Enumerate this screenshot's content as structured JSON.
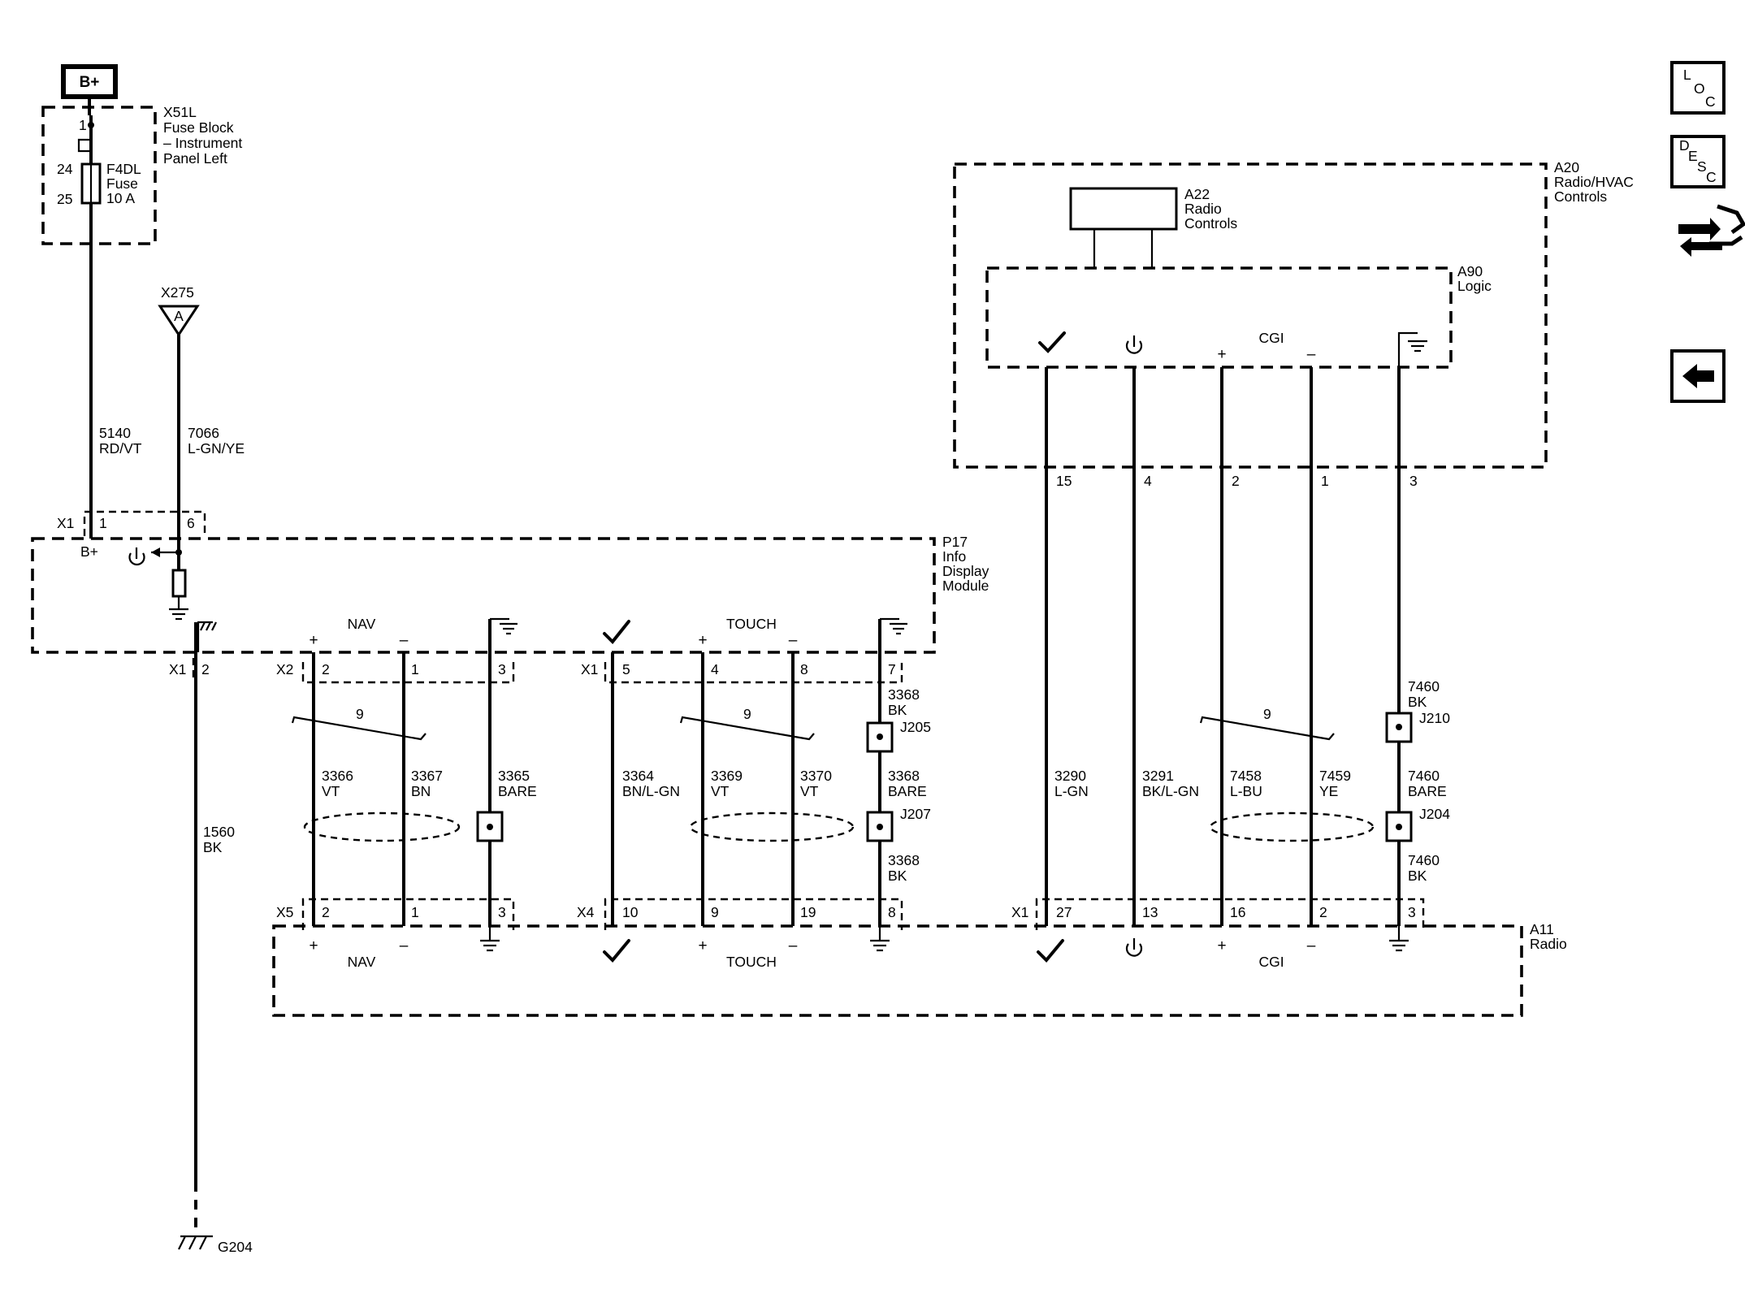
{
  "components": {
    "bplus_source": "B+",
    "x51l": {
      "id": "X51L",
      "l1": "Fuse Block",
      "l2": "– Instrument",
      "l3": "Panel Left",
      "pin_top": "1",
      "pin_in": "24",
      "pin_out": "25",
      "fuse_id": "F4DL",
      "fuse_word": "Fuse",
      "fuse_rating": "10 A"
    },
    "x275": {
      "id": "X275",
      "pin": "A"
    },
    "p17": {
      "id": "P17",
      "l1": "Info",
      "l2": "Display",
      "l3": "Module",
      "bplus": "B+"
    },
    "a20": {
      "id": "A20",
      "l1": "Radio/HVAC",
      "l2": "Controls"
    },
    "a22": {
      "id": "A22",
      "l1": "Radio",
      "l2": "Controls"
    },
    "a90": {
      "id": "A90",
      "l1": "Logic",
      "cgi": "CGI"
    },
    "a11": {
      "id": "A11",
      "l1": "Radio"
    },
    "g204": "G204"
  },
  "group_labels": {
    "nav": "NAV",
    "touch": "TOUCH",
    "cgi": "CGI"
  },
  "symbols": {
    "plus": "+",
    "minus": "–"
  },
  "connectors": {
    "p17_x1": "X1",
    "p17_x1b": "X1",
    "p17_x2": "X2",
    "p17_x1c": "X1",
    "a11_x5": "X5",
    "a11_x4": "X4",
    "a11_x1": "X1"
  },
  "pins": {
    "p17_x1_1": "1",
    "p17_x1_6": "6",
    "p17_x1_2": "2",
    "p17_x2_2": "2",
    "p17_x2_1": "1",
    "p17_x2_3": "3",
    "p17_x1_5": "5",
    "p17_x1_4": "4",
    "p17_x1_8": "8",
    "p17_x1_7": "7",
    "a20_15": "15",
    "a20_4": "4",
    "a20_2": "2",
    "a20_1": "1",
    "a20_3": "3",
    "a11_x5_2": "2",
    "a11_x5_1": "1",
    "a11_x5_3": "3",
    "a11_x4_10": "10",
    "a11_x4_9": "9",
    "a11_x4_19": "19",
    "a11_x4_8": "8",
    "a11_x1_27": "27",
    "a11_x1_13": "13",
    "a11_x1_16": "16",
    "a11_x1_2": "2",
    "a11_x1_3": "3"
  },
  "wires": {
    "w5140": {
      "num": "5140",
      "color": "RD/VT"
    },
    "w7066": {
      "num": "7066",
      "color": "L-GN/YE"
    },
    "w1560": {
      "num": "1560",
      "color": "BK"
    },
    "w3366": {
      "num": "3366",
      "color": "VT"
    },
    "w3367": {
      "num": "3367",
      "color": "BN"
    },
    "w3365": {
      "num": "3365",
      "color": "BARE"
    },
    "w3364": {
      "num": "3364",
      "color": "BN/L-GN"
    },
    "w3369": {
      "num": "3369",
      "color": "VT"
    },
    "w3370": {
      "num": "3370",
      "color": "VT"
    },
    "w3368a": {
      "num": "3368",
      "color": "BK"
    },
    "w3368b": {
      "num": "3368",
      "color": "BARE"
    },
    "w3368c": {
      "num": "3368",
      "color": "BK"
    },
    "w3290": {
      "num": "3290",
      "color": "L-GN"
    },
    "w3291": {
      "num": "3291",
      "color": "BK/L-GN"
    },
    "w7458": {
      "num": "7458",
      "color": "L-BU"
    },
    "w7459": {
      "num": "7459",
      "color": "YE"
    },
    "w7460a": {
      "num": "7460",
      "color": "BK"
    },
    "w7460b": {
      "num": "7460",
      "color": "BARE"
    },
    "w7460c": {
      "num": "7460",
      "color": "BK"
    }
  },
  "twist_counts": {
    "nav": "9",
    "touch": "9",
    "cgi": "9"
  },
  "splices": {
    "j205": "J205",
    "j207": "J207",
    "j210": "J210",
    "j204": "J204"
  },
  "side_buttons": {
    "loc": {
      "l1": "L",
      "l2": "O",
      "l3": "C"
    },
    "desc": {
      "l1": "D",
      "l2": "E",
      "l3": "S",
      "l4": "C"
    }
  },
  "icons": [
    "loc-button-icon",
    "desc-button-icon",
    "connector-swap-icon",
    "back-arrow-icon"
  ]
}
